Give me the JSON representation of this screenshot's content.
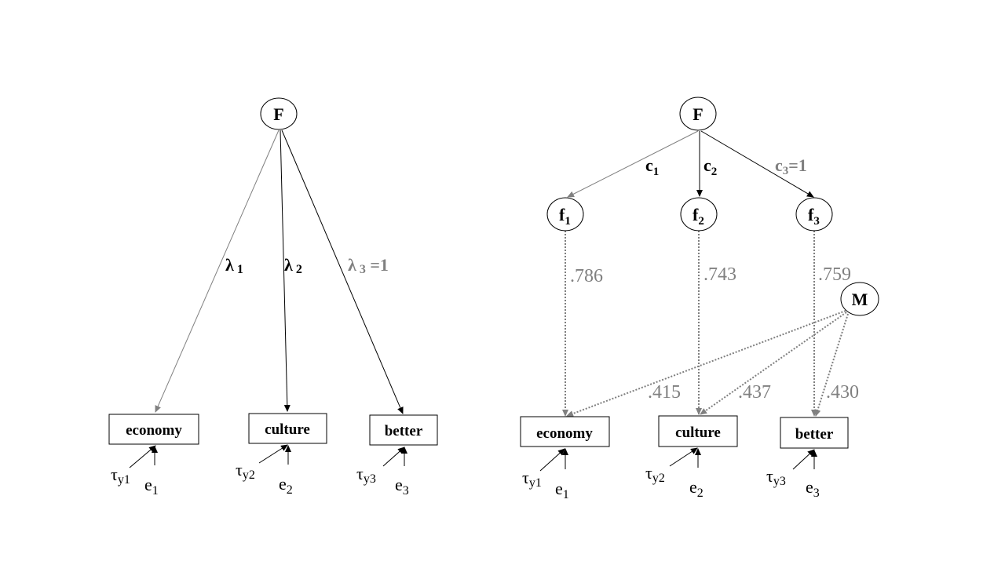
{
  "left_model": {
    "factor": {
      "label": "F"
    },
    "loadings": [
      {
        "symbol": "λ",
        "sub": "1",
        "suffix": ""
      },
      {
        "symbol": "λ",
        "sub": "2",
        "suffix": ""
      },
      {
        "symbol": "λ",
        "sub": "3",
        "suffix": " =1"
      }
    ],
    "indicators": [
      {
        "label": "economy",
        "tau": "τ",
        "tau_sub": "y1",
        "err": "e",
        "err_sub": "1"
      },
      {
        "label": "culture",
        "tau": "τ",
        "tau_sub": "y2",
        "err": "e",
        "err_sub": "2"
      },
      {
        "label": "better",
        "tau": "τ",
        "tau_sub": "y3",
        "err": "e",
        "err_sub": "3"
      }
    ]
  },
  "right_model": {
    "factor": {
      "label": "F"
    },
    "paths": [
      {
        "symbol": "c",
        "sub": "1",
        "suffix": ""
      },
      {
        "symbol": "c",
        "sub": "2",
        "suffix": ""
      },
      {
        "symbol": "c",
        "sub": "3",
        "suffix": "=1"
      }
    ],
    "subfactors": [
      {
        "symbol": "f",
        "sub": "1",
        "loading": ".786"
      },
      {
        "symbol": "f",
        "sub": "2",
        "loading": ".743"
      },
      {
        "symbol": "f",
        "sub": "3",
        "loading": ".759"
      }
    ],
    "method": {
      "label": "M",
      "loadings": [
        ".415",
        ".437",
        ".430"
      ]
    },
    "indicators": [
      {
        "label": "economy",
        "tau": "τ",
        "tau_sub": "y1",
        "err": "e",
        "err_sub": "1"
      },
      {
        "label": "culture",
        "tau": "τ",
        "tau_sub": "y2",
        "err": "e",
        "err_sub": "2"
      },
      {
        "label": "better",
        "tau": "τ",
        "tau_sub": "y3",
        "err": "e",
        "err_sub": "3"
      }
    ]
  },
  "colors": {
    "black": "#000000",
    "gray": "#808080",
    "dotted": "#7f7f7f"
  }
}
